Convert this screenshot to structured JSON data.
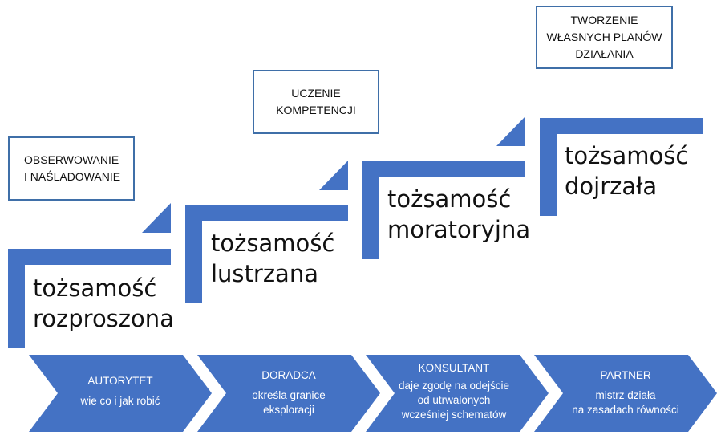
{
  "colors": {
    "accent": "#4472c4",
    "box_border": "#3f6fa8"
  },
  "steps": [
    {
      "label": [
        "tożsamość",
        "rozproszona"
      ]
    },
    {
      "label": [
        "tożsamość",
        "lustrzana"
      ]
    },
    {
      "label": [
        "tożsamość",
        "moratoryjna"
      ]
    },
    {
      "label": [
        "tożsamość",
        "dojrzała"
      ]
    }
  ],
  "boxes": [
    {
      "lines": [
        "OBSERWOWANIE",
        "I NAŚLADOWANIE"
      ]
    },
    {
      "lines": [
        "UCZENIE",
        "KOMPETENCJI"
      ]
    },
    {
      "lines": [
        "TWORZENIE",
        "WŁASNYCH PLANÓW",
        "DZIAŁANIA"
      ]
    }
  ],
  "chevrons": [
    {
      "title": "AUTORYTET",
      "lines": [
        "wie co i jak robić"
      ]
    },
    {
      "title": "DORADCA",
      "lines": [
        "określa granice",
        "eksploracji"
      ]
    },
    {
      "title": "KONSULTANT",
      "lines": [
        "daje zgodę na odejście",
        "od utrwalonych",
        "wcześniej schematów"
      ]
    },
    {
      "title": "PARTNER",
      "lines": [
        "mistrz działa",
        "na zasadach równości"
      ]
    }
  ]
}
